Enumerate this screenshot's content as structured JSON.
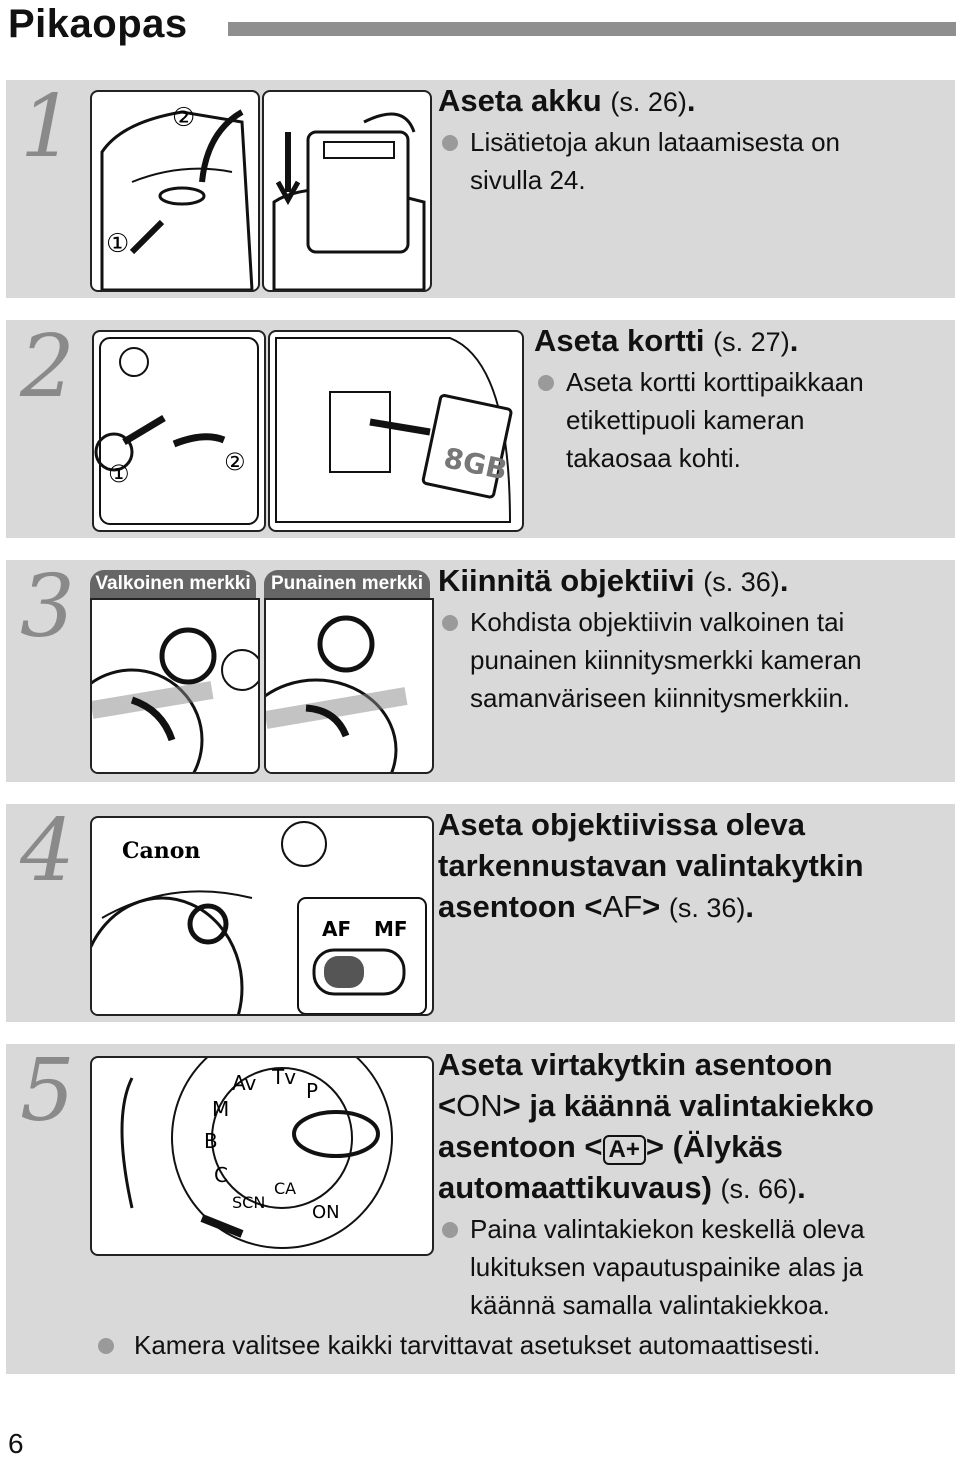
{
  "header": {
    "title": "Pikaopas"
  },
  "page_number": "6",
  "steps": [
    {
      "number": "1",
      "heading": "Aseta akku",
      "ref": "(s. 26)",
      "end": ".",
      "bullets": [
        "Lisätietoja akun lataamisesta on",
        "sivulla 24."
      ],
      "callouts": [
        "②",
        "①"
      ]
    },
    {
      "number": "2",
      "heading": "Aseta kortti",
      "ref": "(s. 27)",
      "end": ".",
      "bullets": [
        "Aseta kortti korttipaikkaan",
        "etikettipuoli kameran",
        "takaosaa kohti."
      ],
      "callouts": [
        "①",
        "②"
      ],
      "card_label": "8GB"
    },
    {
      "number": "3",
      "heading": "Kiinnitä objektiivi",
      "ref": "(s. 36)",
      "end": ".",
      "tags": [
        "Valkoinen merkki",
        "Punainen merkki"
      ],
      "bullets": [
        "Kohdista objektiivin valkoinen tai",
        "punainen kiinnitysmerkki kameran",
        "samanväriseen kiinnitysmerkkiin."
      ]
    },
    {
      "number": "4",
      "lines": [
        "Aseta objektiivissa oleva",
        "tarkennustavan valintakytkin"
      ],
      "line3_pre": "asentoon <",
      "symbol": "AF",
      "line3_post": ">",
      "ref": "(s. 36)",
      "end": ".",
      "brand": "Canon",
      "switch_af": "AF",
      "switch_mf": "MF"
    },
    {
      "number": "5",
      "line1": "Aseta virtakytkin asentoon",
      "line2_pre": "<",
      "symbol_on": "ON",
      "line2_post": "> ja käännä valintakiekko",
      "line3_pre": "asentoon <",
      "symbol_auto": "A+",
      "line3_post": "> (Älykäs",
      "line4": "automaattikuvaus)",
      "ref": "(s. 66)",
      "end": ".",
      "bullets": [
        "Paina valintakiekon keskellä oleva",
        "lukituksen vapautuspainike alas ja",
        "käännä samalla valintakiekkoa."
      ],
      "footer_note": "Kamera valitsee kaikki tarvittavat asetukset automaattisesti.",
      "dial_labels": [
        "M",
        "Av",
        "Tv",
        "P",
        "B",
        "C",
        "SCN",
        "CA",
        "ON"
      ]
    }
  ]
}
